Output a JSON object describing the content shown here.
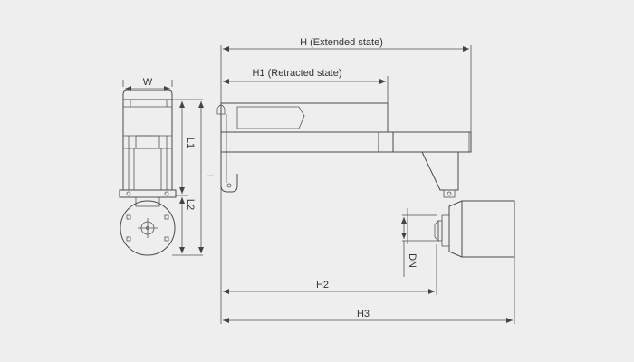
{
  "labels": {
    "w": "W",
    "l1": "L1",
    "l2": "L2",
    "l": "L",
    "h": "H (Extended state)",
    "h1": "H1 (Retracted state)",
    "h2": "H2",
    "h3": "H3",
    "dn": "DN"
  },
  "colors": {
    "background": "#eeeeee",
    "line": "#4a4a4a"
  }
}
